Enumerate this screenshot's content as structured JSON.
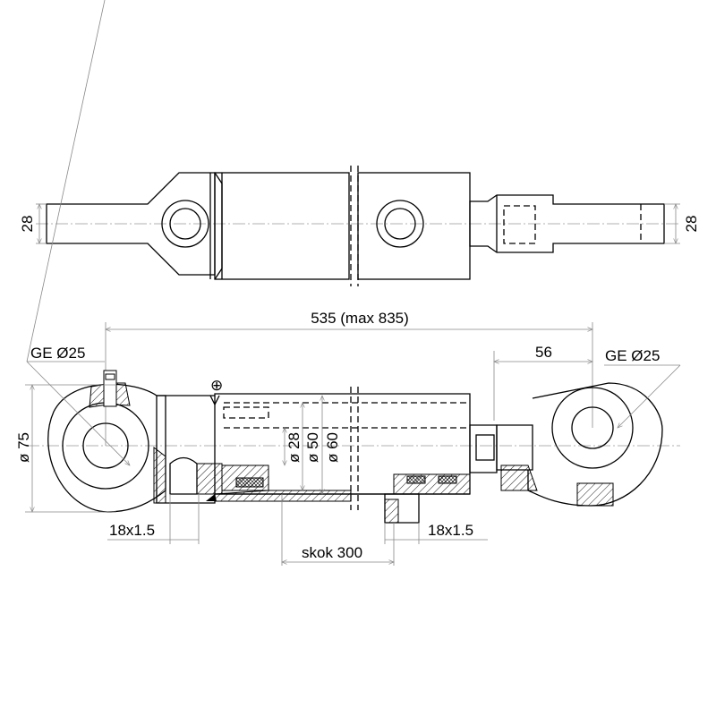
{
  "top_view": {
    "rod_diameter_left": "28",
    "rod_diameter_right": "28"
  },
  "section_view": {
    "overall_length": "535 (max 835)",
    "bearing_left": "GE Ø25",
    "bearing_right": "GE Ø25",
    "eye_offset": "56",
    "eye_diameter": "ø 75",
    "rod_diameter": "ø 28",
    "piston_diameter": "ø 50",
    "tube_diameter": "ø 60",
    "port_left": "18x1.5",
    "port_right": "18x1.5",
    "stroke": "skok 300"
  }
}
